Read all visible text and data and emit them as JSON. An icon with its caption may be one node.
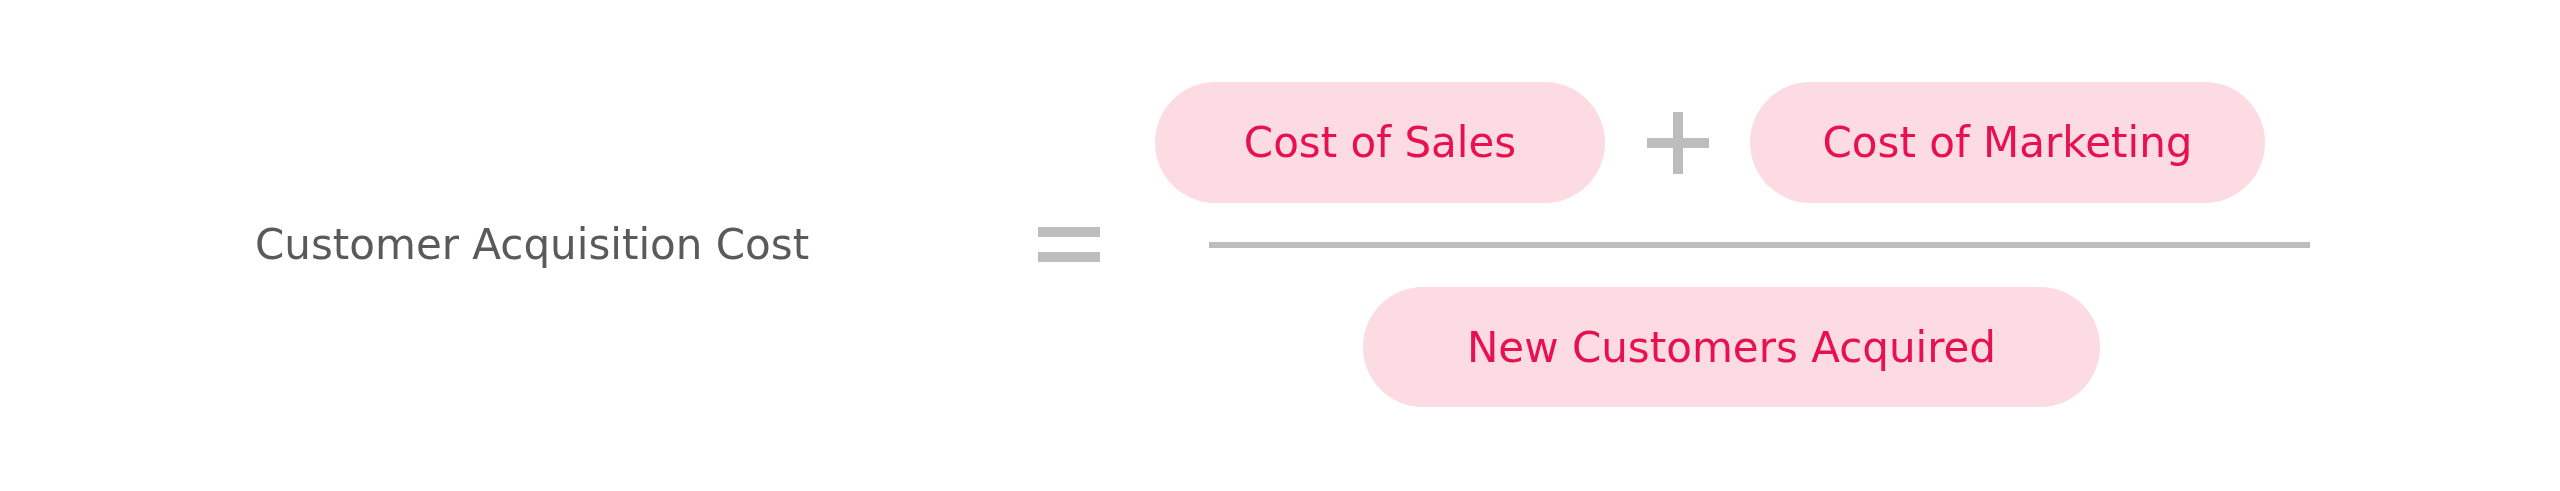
{
  "diagram": {
    "nodes": [
      {
        "text": [
          "Cost of Sales"
        ]
      },
      {
        "text": [
          "Cost of Marketing"
        ]
      },
      {
        "text": [
          "New Customers Acquired"
        ]
      }
    ],
    "labels": [
      "Customer Acquisition Cost"
    ]
  }
}
